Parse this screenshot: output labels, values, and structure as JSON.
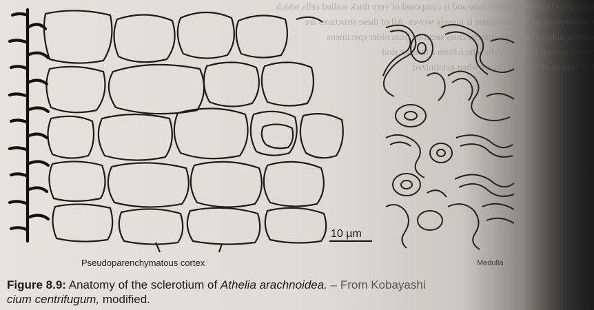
{
  "figure": {
    "scale_bar_label": "10 µm",
    "cortex_label": "Pseudoparenchymatous cortex",
    "medulla_label": "Medulla"
  },
  "caption": {
    "figure_number": "Figure 8.9:",
    "text_before_species": " Anatomy of the sclerotium of ",
    "species": "Athelia arachnoidea.",
    "text_after_species": " – From Kobayashi ",
    "line2_italic": "cium centrifugum,",
    "line2_rest": " modified."
  }
}
